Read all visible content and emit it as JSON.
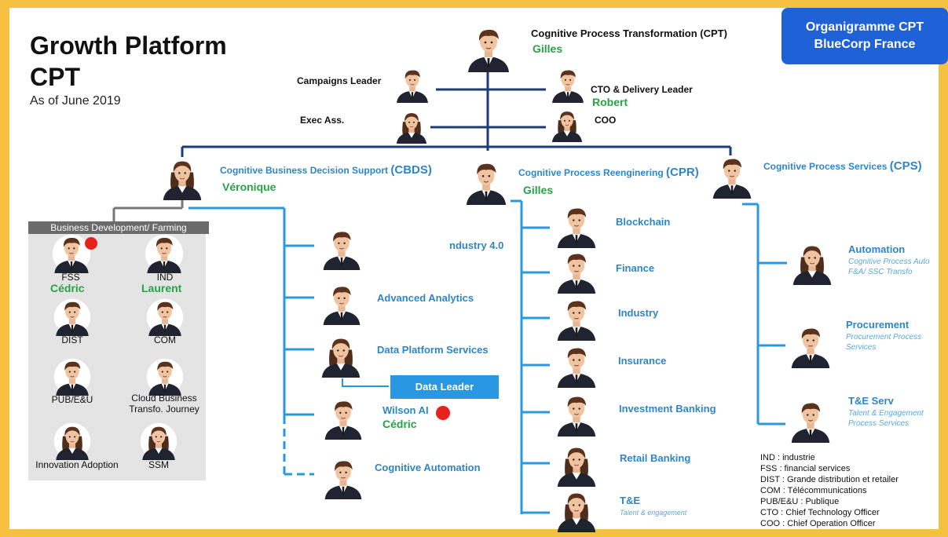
{
  "title_line1": "Growth Platform",
  "title_line2": "CPT",
  "as_of": "As of June 2019",
  "badge": {
    "line1": "Organigramme CPT",
    "line2": "BlueCorp France"
  },
  "top": {
    "cpt_title": "Cognitive Process Transformation (CPT)",
    "cpt_name": "Gilles",
    "campaigns": "Campaigns Leader",
    "exec": "Exec Ass.",
    "cto": "CTO & Delivery Leader",
    "cto_name": "Robert",
    "coo": "COO"
  },
  "cbds": {
    "title": "Cognitive Business Decision Support ",
    "abbr": "(CBDS)",
    "name": "Véronique"
  },
  "cpr": {
    "title": "Cognitive Process Reenginering ",
    "abbr": "(CPR)",
    "name": "Gilles"
  },
  "cps": {
    "title": "Cognitive Process Services ",
    "abbr": "(CPS)"
  },
  "bizdev": {
    "header": "Business Development/ Farming",
    "fss": "FSS",
    "fss_name": "Cédric",
    "ind": "IND",
    "ind_name": "Laurent",
    "dist": "DIST",
    "com": "COM",
    "pub": "PUB/E&U",
    "cloud_line1": "Cloud Business",
    "cloud_line2": "Transfo. Journey",
    "innovation": "Innovation Adoption",
    "ssm": "SSM"
  },
  "cbds_items": {
    "industry40": "ndustry 4.0",
    "advanced": "Advanced Analytics",
    "dataplatform": "Data Platform Services",
    "dataleader": "Data Leader",
    "wilson": "Wilson AI",
    "wilson_name": "Cédric",
    "cogauto": "Cognitive Automation"
  },
  "cpr_items": [
    "Blockchain",
    "Finance",
    "Industry",
    "Insurance",
    "Investment Banking",
    "Retail Banking",
    "T&E"
  ],
  "cpr_te_sub": "Talent & engagement",
  "cps_items": {
    "automation": "Automation",
    "automation_sub1": "Cognitive Process Auto",
    "automation_sub2": "F&A/ SSC Transfo",
    "procurement": "Procurement",
    "procurement_sub1": "Procurement Process",
    "procurement_sub2": "Services",
    "te": "T&E Serv",
    "te_sub1": "Talent & Engagement",
    "te_sub2": "Process Services"
  },
  "legend": [
    "IND : industrie",
    "FSS : financial services",
    "DIST : Grande distribution et retailer",
    "COM : Télécommunications",
    "PUB/E&U : Publique",
    "CTO : Chief Technology Officer",
    "COO : Chief Operation Officer"
  ],
  "colors": {
    "frame": "#f6c143",
    "badge": "#1f62d8",
    "accent_blue": "#2e86c9",
    "green_name": "#27a345",
    "navy_line": "#1d3a7a",
    "cyan_line": "#2a97e3",
    "alert_dot": "#e8211c"
  }
}
